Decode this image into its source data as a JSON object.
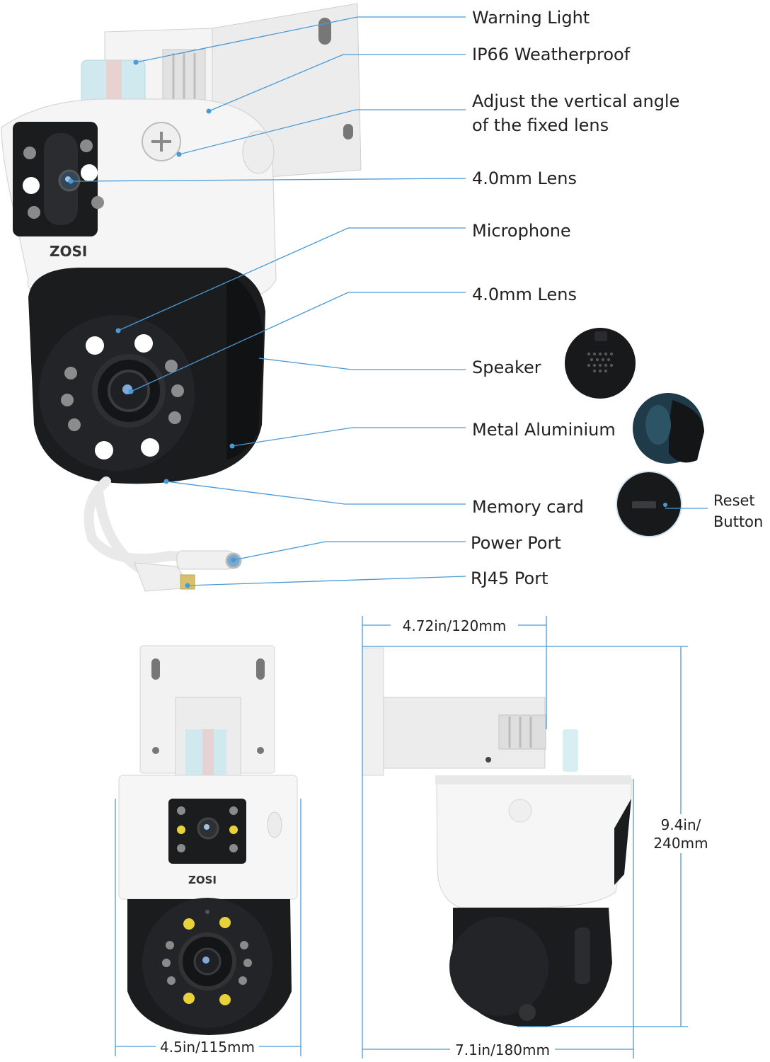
{
  "brand": "ZOSI",
  "callouts": [
    {
      "id": "warning-light",
      "text": "Warning Light"
    },
    {
      "id": "ip66",
      "text": "IP66 Weatherproof"
    },
    {
      "id": "adjust-angle",
      "lines": [
        "Adjust the vertical angle",
        "of the fixed lens"
      ]
    },
    {
      "id": "lens-top",
      "text": "4.0mm Lens"
    },
    {
      "id": "microphone",
      "text": "Microphone"
    },
    {
      "id": "lens-bottom",
      "text": "4.0mm Lens"
    },
    {
      "id": "speaker",
      "text": "Speaker"
    },
    {
      "id": "metal",
      "text": "Metal Aluminium"
    },
    {
      "id": "memory-card",
      "text": "Memory card"
    },
    {
      "id": "power-port",
      "text": "Power Port"
    },
    {
      "id": "rj45",
      "text": "RJ45 Port"
    }
  ],
  "reset_label": [
    "Reset",
    "Button"
  ],
  "dimensions": {
    "top_depth": "4.72in/120mm",
    "height": [
      "9.4in/",
      "240mm"
    ],
    "front_width": "4.5in/115mm",
    "side_width": "7.1in/180mm"
  },
  "colors": {
    "accent": "#4a9ad6",
    "camera_black": "#1b1c1e",
    "housing_white": "#f3f3f3"
  }
}
